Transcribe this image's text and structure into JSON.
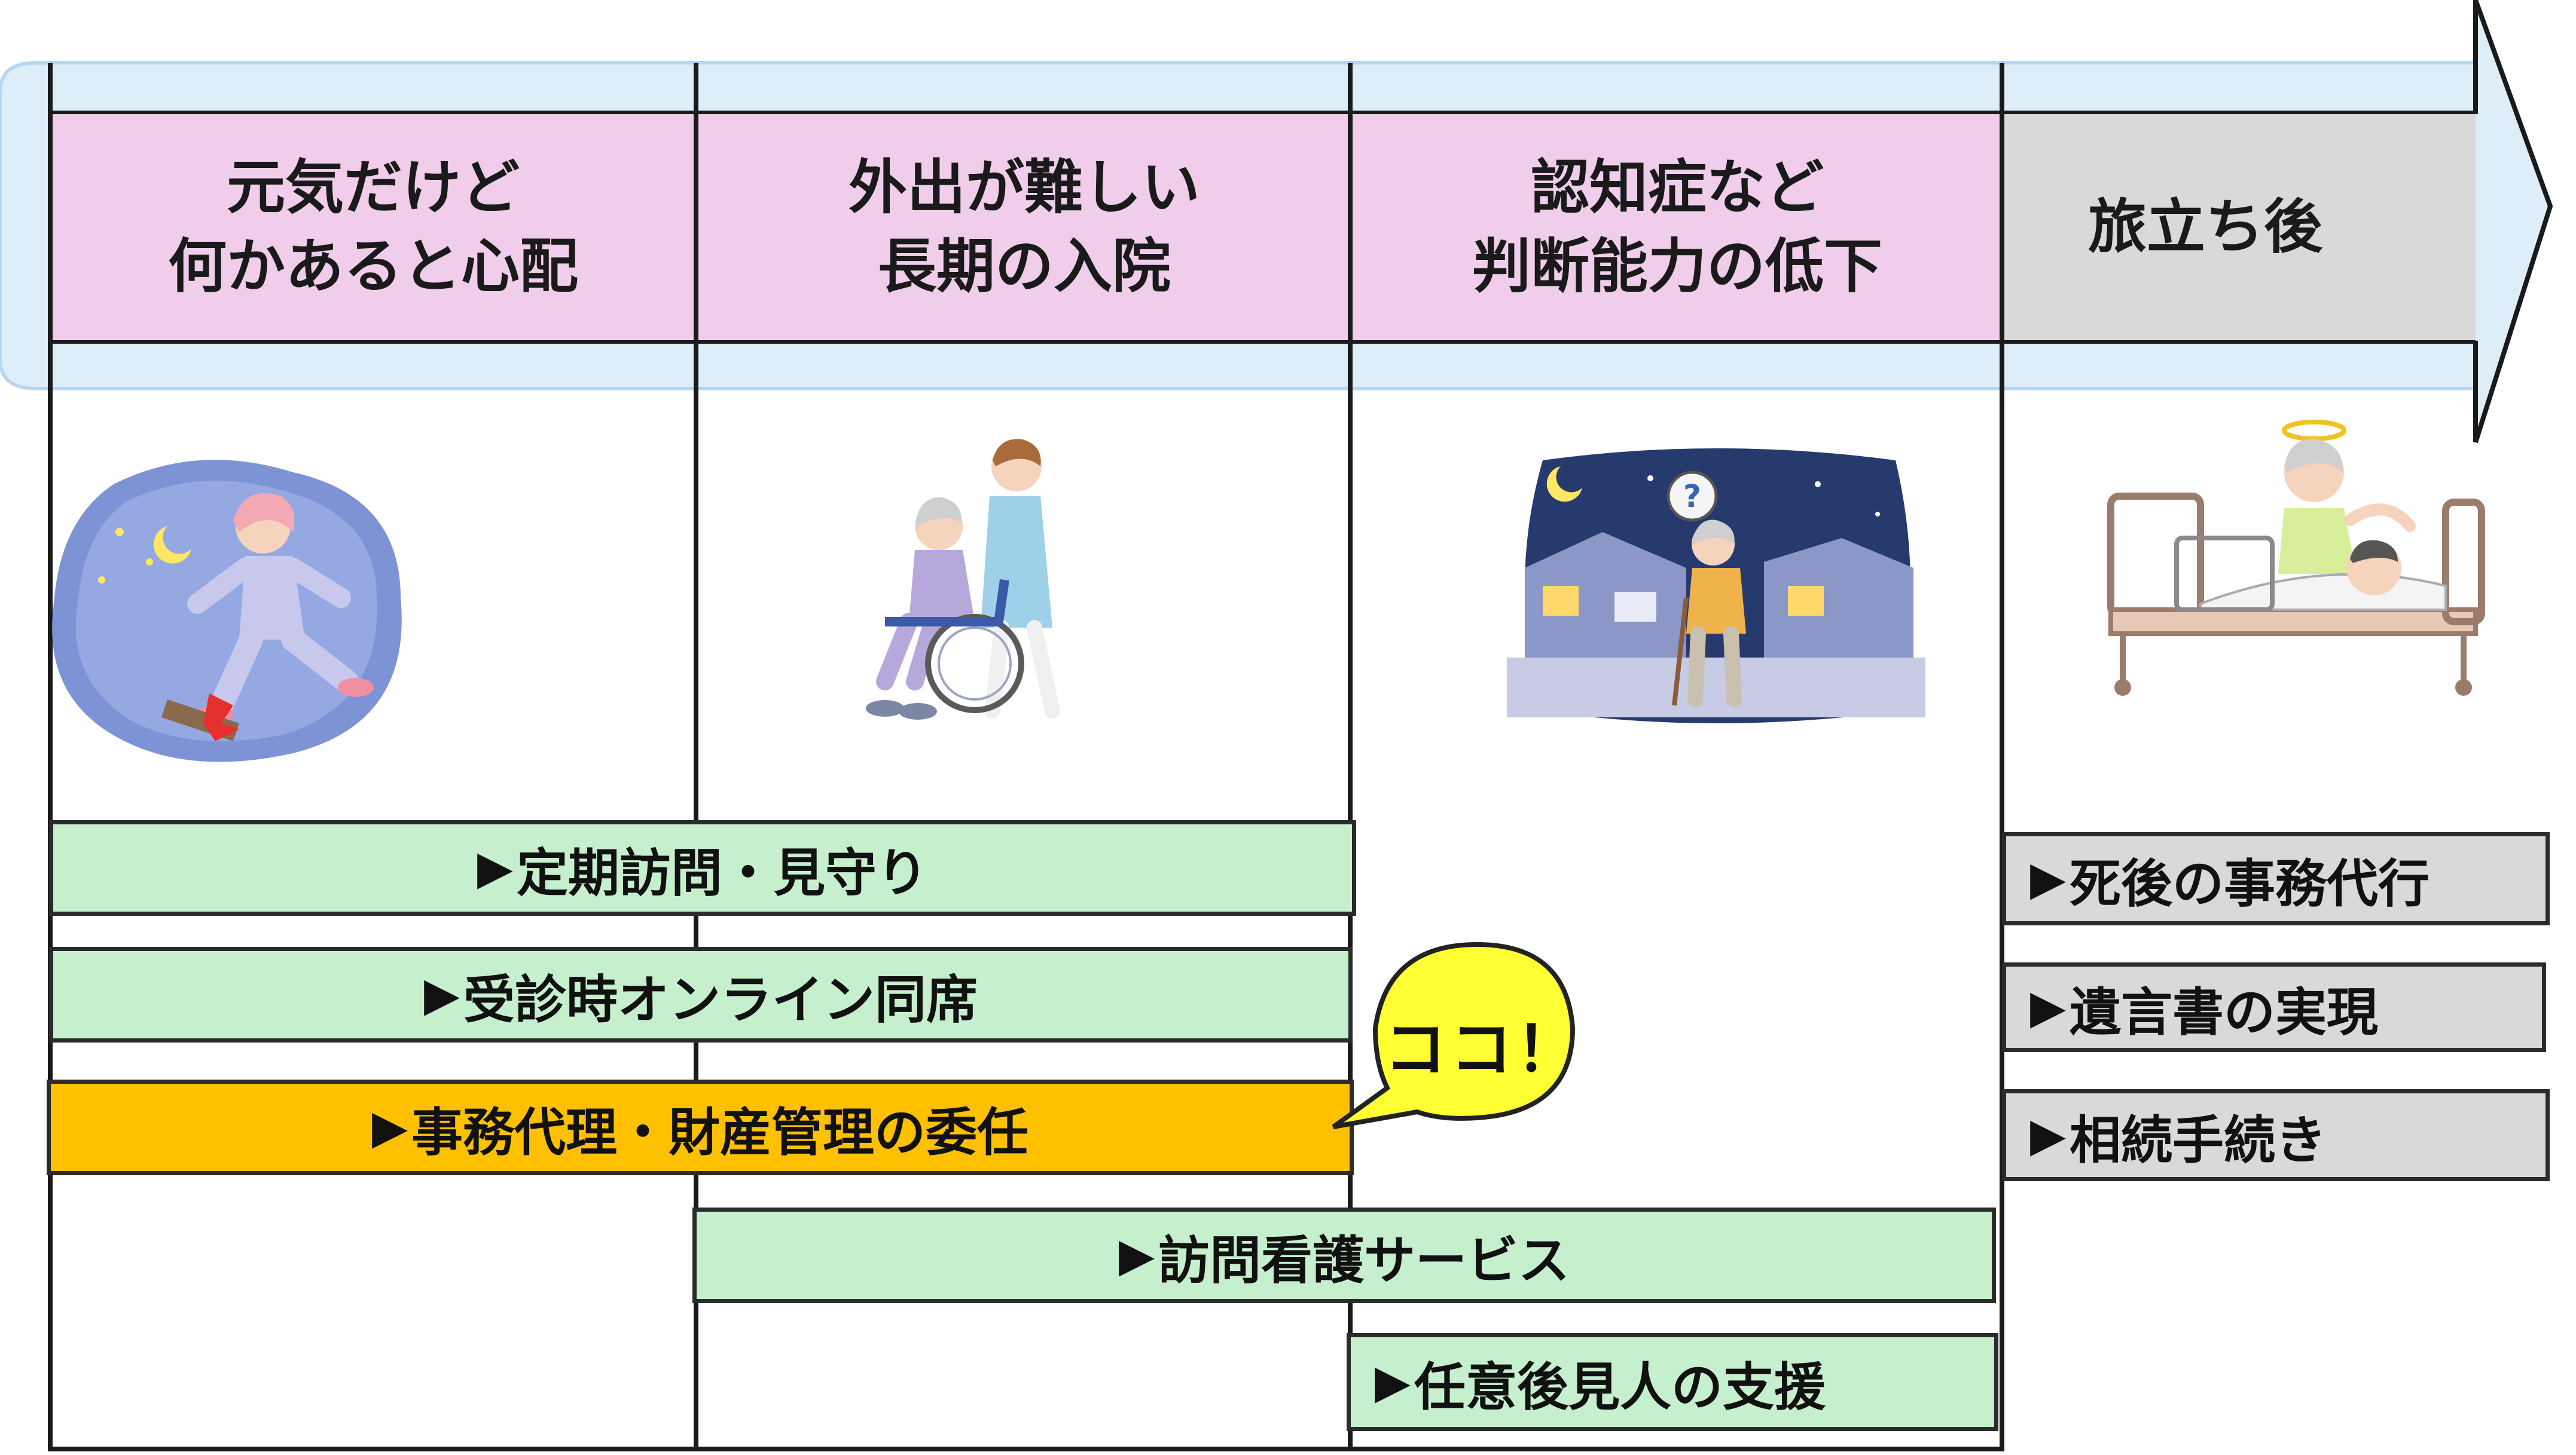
{
  "timeline": {
    "stages": [
      {
        "label": "元気だけど\n何かあると心配"
      },
      {
        "label": "外出が難しい\n長期の入院"
      },
      {
        "label": "認知症など\n判断能力の低下"
      },
      {
        "label": "旅立ち後"
      }
    ]
  },
  "services": {
    "marker": "▶",
    "teiki": "定期訪問・見守り",
    "online": "受診時オンライン同席",
    "jimu": "事務代理・財産管理の委任",
    "kango": "訪問看護サービス",
    "kouken": "任意後見人の支援"
  },
  "after_services": {
    "shigo": "死後の事務代行",
    "yuigon": "遺言書の実現",
    "souzoku": "相続手続き"
  },
  "callout": {
    "text": "ココ！"
  },
  "icons": [
    "night-fall-illustration",
    "wheelchair-nurse-illustration",
    "dementia-wandering-illustration",
    "bed-angel-illustration"
  ],
  "colors": {
    "header_pink": "#f0cdea",
    "header_gray": "#d9d9d9",
    "bar_green": "#c6efce",
    "bar_orange": "#ffc000",
    "bubble_yellow": "#ffff33",
    "arrow_blue": "#deeef9"
  }
}
